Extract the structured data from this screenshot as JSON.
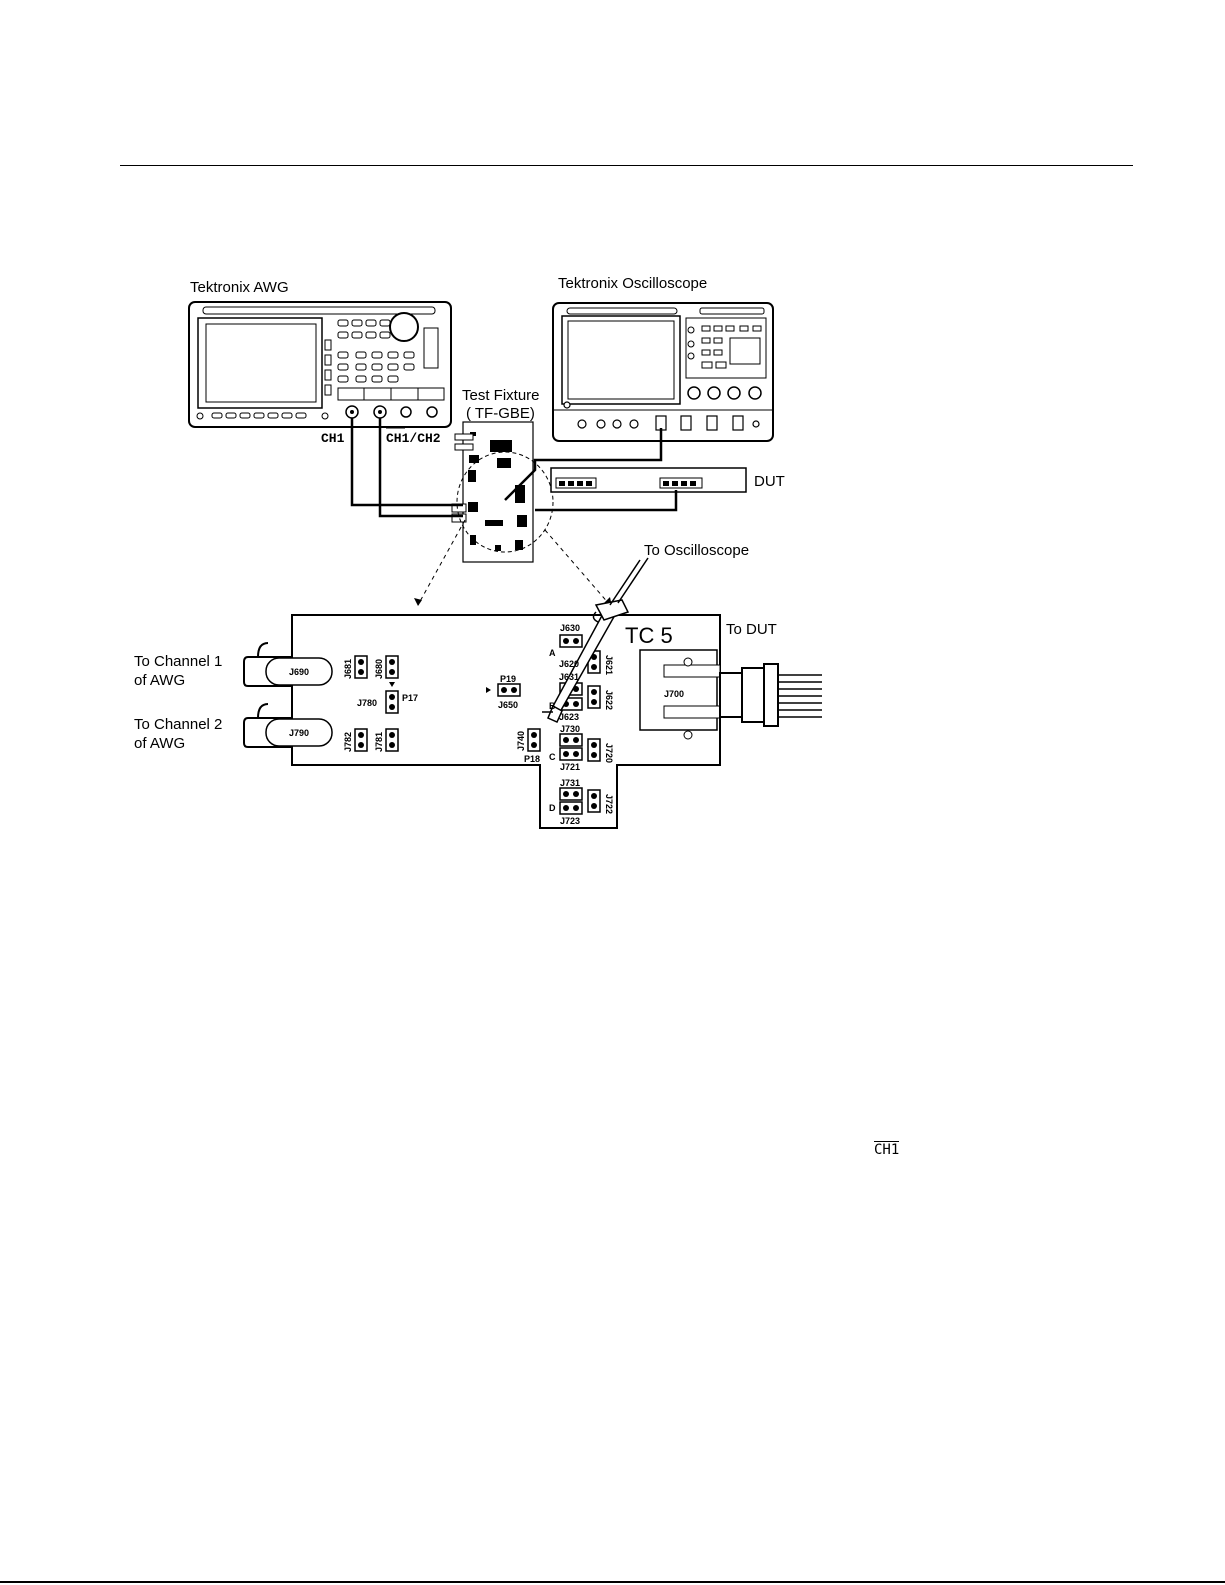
{
  "instruments": {
    "awg": {
      "title": "Tektronix AWG",
      "ch1": "CH1",
      "ch1_ch2": "CH1/CH2"
    },
    "scope": {
      "title": "Tektronix Oscilloscope"
    },
    "fixture": {
      "title_line1": "Test Fixture",
      "title_line2": "( TF-GBE)"
    },
    "dut": {
      "label": "DUT"
    }
  },
  "detail": {
    "board": "TC 5",
    "to_scope": "To  Oscilloscope",
    "to_dut": "To DUT",
    "ch1_line1": "To Channel 1",
    "ch1_line2": "of AWG",
    "ch2_line1": "To Channel 2",
    "ch2_line2": "of AWG",
    "connectors": {
      "j690": "J690",
      "j790": "J790",
      "j700": "J700",
      "j681": "J681",
      "j680": "J680",
      "j780": "J780",
      "p17": "P17",
      "j782": "J782",
      "j781": "J781",
      "p19": "P19",
      "j650": "J650",
      "j740": "J740",
      "p18": "P18",
      "j630": "J630",
      "j620": "J620",
      "j621": "J621",
      "j631": "J631",
      "j622": "J622",
      "j623": "J623",
      "j730": "J730",
      "j720": "J720",
      "j721": "J721",
      "j731": "J731",
      "j722": "J722",
      "j723": "J723",
      "a": "A",
      "b": "B",
      "c": "C",
      "d": "D"
    }
  },
  "page_text": {
    "ch1_overline": "CH1"
  }
}
